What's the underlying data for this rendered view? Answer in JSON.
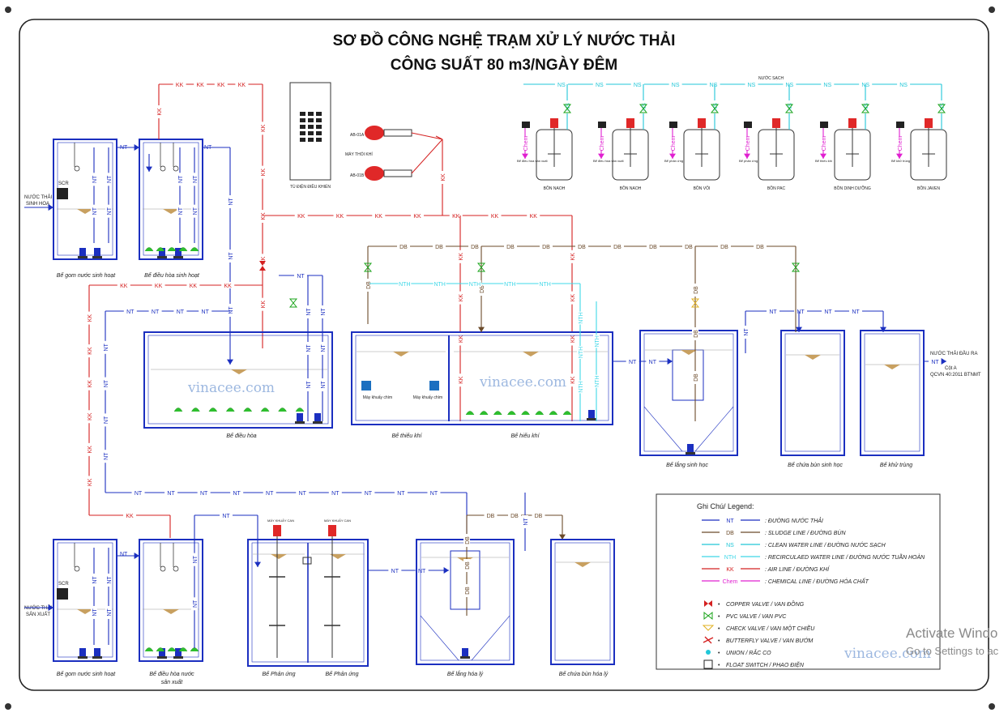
{
  "title": {
    "line1": "SƠ ĐỒ CÔNG NGHỆ TRẠM XỬ LÝ NƯỚC THẢI",
    "line2": "CÔNG SUẤT 80 m3/NGÀY ĐÊM"
  },
  "line_codes": {
    "nt": "NT",
    "kk": "KK",
    "db": "DB",
    "ns": "NS",
    "nth": "NTH",
    "chem": "Chem"
  },
  "colors": {
    "nt": "#1b2fc0",
    "kk": "#d42020",
    "db": "#6b4a2a",
    "ns": "#21c7d8",
    "nth": "#3fd8e8",
    "chem": "#e020d0",
    "tank": "#1b2fc0",
    "frame": "#222222",
    "motor": "#e02828",
    "diffuser": "#2ec02e",
    "water": "#c8a060"
  },
  "tanks": {
    "gom_sinh_hoat": "Bể gom nước sinh hoạt",
    "dieu_hoa_sinh_hoat": "Bể điều hòa sinh hoạt",
    "dieu_hoa": "Bể điều hòa",
    "thieu_khi": "Bể thiếu khí",
    "hieu_khi": "Bể hiếu khí",
    "lang_sinh_hoc": "Bể lắng sinh học",
    "chua_bun_sinh_hoc": "Bể chứa bùn sinh học",
    "khu_trung": "Bể khử trùng",
    "gom_san_xuat": "Bể gom nước sinh hoạt",
    "dieu_hoa_san_xuat_1": "Bể điều hòa nước",
    "dieu_hoa_san_xuat_2": "sản xuất",
    "phan_ung_1": "Bể Phản ứng",
    "phan_ung_2": "Bể Phản ứng",
    "lang_hoa_ly": "Bể lắng hóa lý",
    "chua_bun_hoa_ly": "Bể chứa bùn hóa lý"
  },
  "labels": {
    "input_sinh_hoat_1": "NƯỚC THẢI",
    "input_sinh_hoat_2": "SINH HOẠ",
    "input_san_xuat_1": "NƯỚC THẢI",
    "input_san_xuat_2": "SẢN XUẤT",
    "scr_1": "SCR",
    "scr_2": "SCR",
    "control_panel": "TỦ ĐIỆN ĐIỀU KHIỂN",
    "blower_title": "MÁY THỔI KHÍ",
    "blower_a": "AB-01A",
    "blower_b": "AB-01B",
    "mixer_1": "Máy khuấy chìm",
    "mixer_2": "Máy khuấy chìm",
    "stirrer_1": "MÁY KHUẤY CAN",
    "stirrer_2": "MÁY KHUẤY CAN",
    "clean_water": "NƯỚC SẠCH",
    "output_1": "NƯỚC THẢI ĐẦU RA",
    "output_2": "Cột A",
    "output_3": "QCVN 40:2011 BTNMT"
  },
  "chem_tanks": [
    {
      "name": "BỒN NAOH",
      "dest": "Bể điều hòa sản xuất"
    },
    {
      "name": "BỒN NAOH",
      "dest": "Bể điều hòa sản xuất"
    },
    {
      "name": "BỒN VÔI",
      "dest": "Bể phản ứng"
    },
    {
      "name": "BỒN PAC",
      "dest": "Bể phản ứng"
    },
    {
      "name": "BỒN DINH DƯỠNG",
      "dest": "Bể thiếu khí"
    },
    {
      "name": "BỒN JAVEN",
      "dest": "Bể khử trùng"
    }
  ],
  "legend": {
    "title": "Ghi Chú/ Legend:",
    "lines": [
      {
        "code": "NT",
        "text": ": ĐƯỜNG NƯỚC THẢI",
        "color": "#1b2fc0"
      },
      {
        "code": "DB",
        "text": ": SLUDGE LINE / ĐƯỜNG BÙN",
        "color": "#6b4a2a"
      },
      {
        "code": "NS",
        "text": ": CLEAN WATER LINE / ĐƯỜNG NƯỚC SẠCH",
        "color": "#21c7d8"
      },
      {
        "code": "NTH",
        "text": ": RECIRCULAED WATER LINE / ĐƯỜNG NƯỚC TUẦN HOÀN",
        "color": "#3fd8e8"
      },
      {
        "code": "KK",
        "text": ": AIR LINE / ĐƯỜNG KHÍ",
        "color": "#d42020"
      },
      {
        "code": "Chem",
        "text": ": CHEMICAL LINE / ĐƯỜNG HÓA CHẤT",
        "color": "#e020d0"
      }
    ],
    "symbols": [
      {
        "icon": "copper-valve-icon",
        "text": "COPPER VALVE / VAN ĐỒNG"
      },
      {
        "icon": "pvc-valve-icon",
        "text": "PVC VALVE / VAN PVC"
      },
      {
        "icon": "check-valve-icon",
        "text": "CHECK VALVE / VAN MỘT CHIỀU"
      },
      {
        "icon": "butterfly-valve-icon",
        "text": "BUTTERFLY VALVE / VAN BƯỚM"
      },
      {
        "icon": "union-icon",
        "text": "UNION / RẮC CO"
      },
      {
        "icon": "float-switch-icon",
        "text": "FLOAT SWITCH / PHAO ĐIỆN"
      }
    ]
  },
  "watermarks": [
    "vinacee.com",
    "vinacee.com",
    "vinacee.com"
  ],
  "activation": {
    "line1": "Activate Windo",
    "line2": "Go to Settings to ac"
  }
}
